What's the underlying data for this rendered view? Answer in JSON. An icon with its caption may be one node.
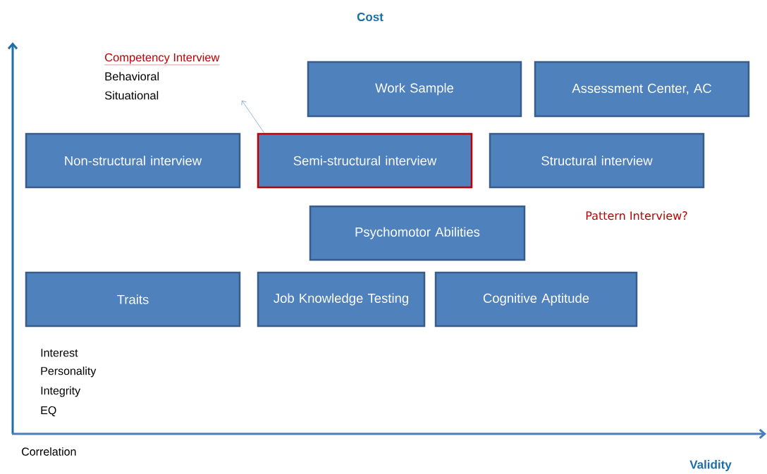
{
  "diagram": {
    "nodes": [
      {
        "text": [
          "Competency Interview",
          "Behavioral",
          "Situational"
        ]
      },
      {
        "text": [
          "Work Sample"
        ]
      },
      {
        "text": [
          "Assessment Center, AC"
        ]
      },
      {
        "text": [
          "Non-structural interview"
        ]
      },
      {
        "text": [
          "Semi-structural interview"
        ]
      },
      {
        "text": [
          "Structural interview"
        ]
      },
      {
        "text": [
          "Psychomotor Abilities"
        ]
      },
      {
        "text": [
          "Traits"
        ]
      },
      {
        "text": [
          "Job Knowledge Testing"
        ]
      },
      {
        "text": [
          "Cognitive Aptitude"
        ]
      }
    ],
    "edges": [
      {
        "from": 4,
        "to": 0,
        "arrow": "to"
      }
    ],
    "labels": [
      "Cost",
      "Pattern Interview?",
      "Interest",
      "Personality",
      "Integrity",
      "EQ",
      "Correlation",
      "Validity"
    ]
  }
}
